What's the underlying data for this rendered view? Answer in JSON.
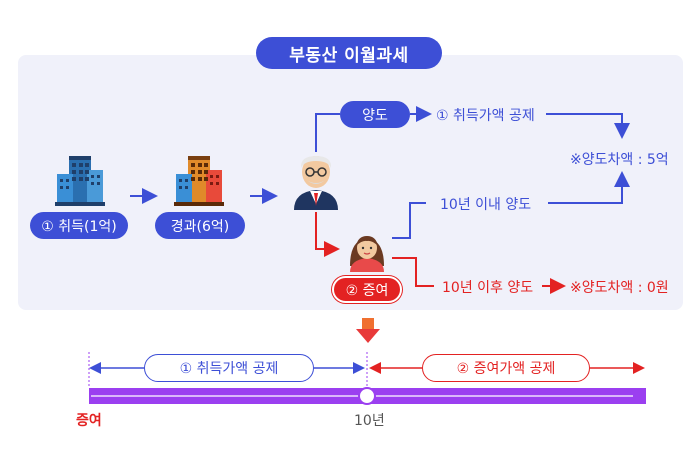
{
  "title": "부동산 이월과세",
  "acquisition_label": "① 취득(1억)",
  "elapsed_label": "경과(6억)",
  "transfer_label": "양도",
  "gift_label": "② 증여",
  "deduct_acq": "① 취득가액 공제",
  "diff_5": "※양도차액 : 5억",
  "within_10": "10년 이내 양도",
  "after_10": "10년 이후 양도",
  "diff_0": "※양도차액 : 0원",
  "timeline": {
    "left_label": "① 취득가액 공제",
    "right_label": "② 증여가액 공제",
    "start_label": "증여",
    "mid_label": "10년"
  },
  "colors": {
    "blue": "#3d4fd6",
    "red": "#e32222",
    "purple": "#9b3ff0"
  },
  "icons": [
    "building-icon",
    "building-icon",
    "old-man-icon",
    "woman-icon",
    "down-arrow-icon"
  ]
}
